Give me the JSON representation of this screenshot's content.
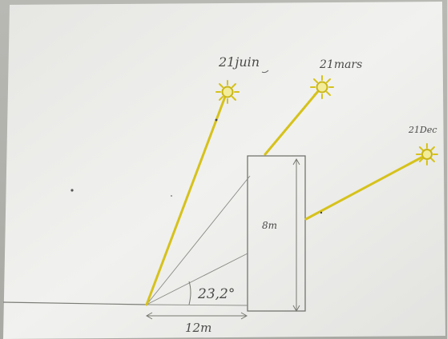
{
  "labels": {
    "june": "21juin",
    "march": "21mars",
    "december": "21Dec",
    "height": "8m",
    "angle": "23,2°",
    "base": "12m"
  },
  "colors": {
    "sun_ray": "#d6c21b",
    "sun_core": "#e8d73a",
    "pencil": "#6e6e6a",
    "paper": "#ececea"
  }
}
